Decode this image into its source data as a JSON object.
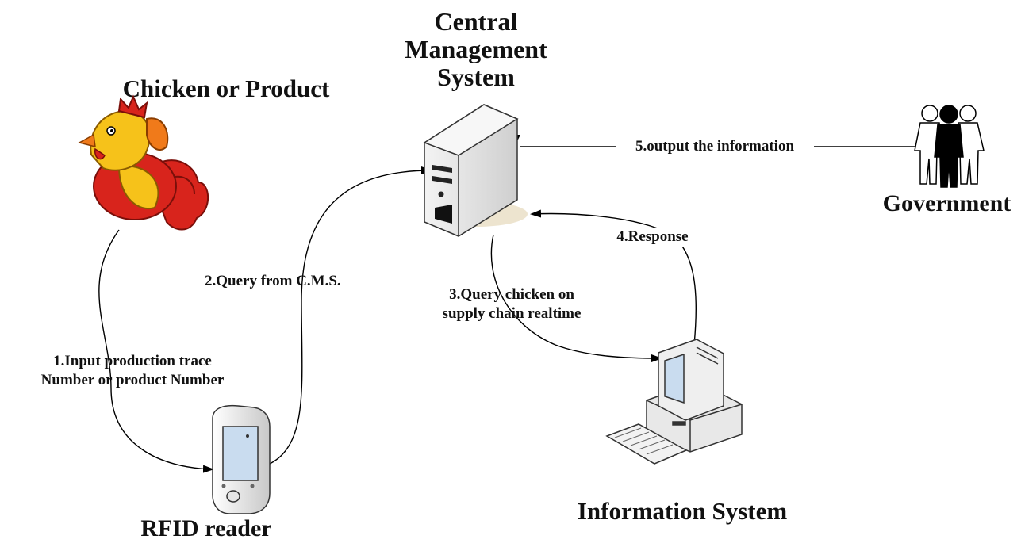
{
  "nodes": {
    "chicken": {
      "title": "Chicken or Product",
      "icon": "chicken-icon"
    },
    "cms": {
      "title_lines": [
        "Central",
        "Management",
        "System"
      ],
      "icon": "server-tower-icon"
    },
    "government": {
      "title": "Government",
      "icon": "people-group-icon"
    },
    "rfid": {
      "title": "RFID reader",
      "icon": "handheld-device-icon"
    },
    "info": {
      "title": "Information System",
      "icon": "desktop-computer-icon"
    }
  },
  "edges": {
    "e1": {
      "lines": [
        "1.Input production trace",
        "Number or product Number"
      ]
    },
    "e2": {
      "label": "2.Query from C.M.S."
    },
    "e3": {
      "lines": [
        "3.Query chicken on",
        "supply chain realtime"
      ]
    },
    "e4": {
      "label": "4.Response"
    },
    "e5": {
      "label": "5.output the information"
    }
  },
  "colors": {
    "chicken_red": "#d8241c",
    "chicken_yellow": "#f6c21a",
    "chicken_orange": "#f07a1a",
    "device_gray": "#d9d9d9",
    "screen_blue": "#c9dcef",
    "line": "#000000"
  }
}
